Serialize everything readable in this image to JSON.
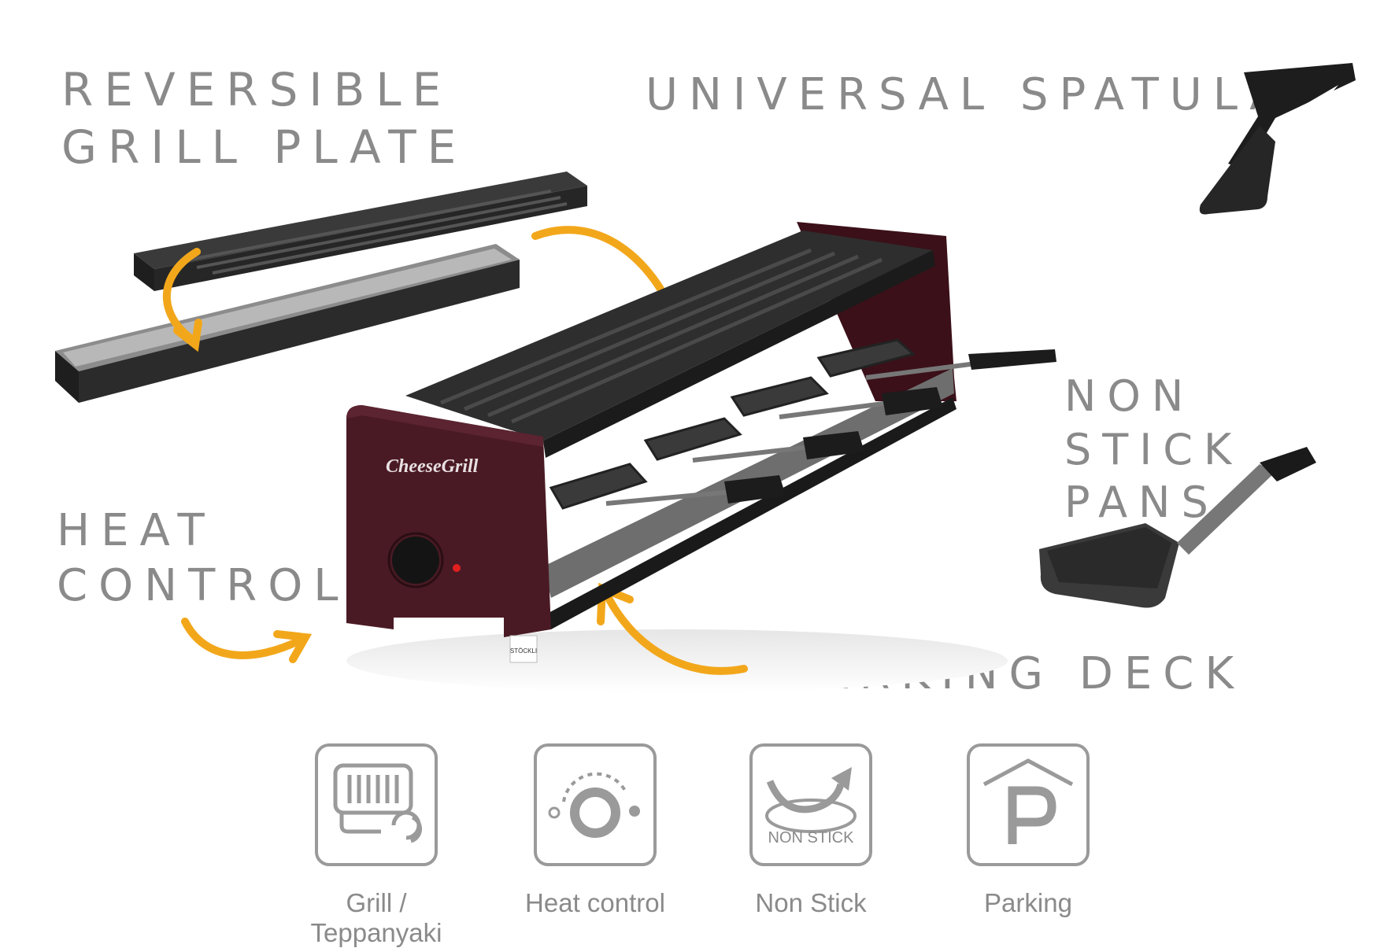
{
  "callouts": {
    "grill_plate": [
      "Reversible",
      "Grill Plate"
    ],
    "spatula": "Universal Spatula",
    "heat_control": [
      "Heat",
      "Control"
    ],
    "pans": [
      "Non Stick",
      "Pans"
    ],
    "parking_deck": "Parking Deck"
  },
  "product": {
    "brand_logo": "CheeseGrill",
    "maker_tag": "STÖCKLI",
    "body_color": "#4a1a24",
    "plate_color": "#2b2b2b"
  },
  "accent_color": "#f2a71b",
  "features": [
    {
      "label": "Grill / Teppanyaki",
      "icon": "grill-reverse-icon"
    },
    {
      "label": "Heat control",
      "icon": "heat-dial-icon"
    },
    {
      "label": "Non Stick",
      "icon": "non-stick-icon",
      "badge": "NON STICK"
    },
    {
      "label": "Parking",
      "icon": "parking-icon"
    }
  ]
}
